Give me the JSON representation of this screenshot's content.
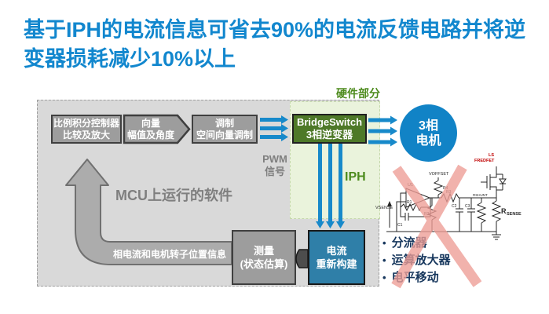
{
  "title": {
    "line1": "基于IPH的电流信息可省去90%的电流反馈电路并将逆",
    "line2": "变器损耗减少10%以上"
  },
  "software_area": {
    "mcu_label": "MCU上运行的软件",
    "pwm_label": {
      "line1": "PWM",
      "line2": "信号"
    },
    "feedback_arrow_label": "相电流和电机转子位置信息",
    "blocks": {
      "pi_controller": {
        "line1": "比例积分控制器",
        "line2": "比较及放大"
      },
      "vector": {
        "line1": "向量",
        "line2": "幅值及角度"
      },
      "modulation": {
        "line1": "调制",
        "line2": "空间向量调制"
      },
      "measurement": {
        "line1": "测量",
        "line2": "(状态估算)"
      },
      "current_reconstruction": {
        "line1": "电流",
        "line2": "重新构建"
      }
    }
  },
  "hardware_area": {
    "label": "硬件部分",
    "bridgeswitch": {
      "line1": "BridgeSwitch",
      "line2": "3相逆变器"
    },
    "iph_label": "IPH"
  },
  "motor": {
    "line1": "3相",
    "line2": "电机"
  },
  "eliminated_circuit": {
    "bullets": [
      "分流器",
      "运算放大器",
      "电平移动"
    ],
    "labels": {
      "u1": "U1",
      "r1": "R1",
      "r2": "R2",
      "r3": "R3",
      "r4": "R4",
      "c1": "C1",
      "c2": "C2",
      "c3": "C3",
      "rshunt": "RSHUNT",
      "rsense_main": "R",
      "rsense_sub": "SENSE",
      "fredfet_line1": "LS",
      "fredfet_line2": "FREDFET",
      "v_top": "VOFFSET",
      "v_left": "VSENSE"
    }
  },
  "colors": {
    "title_blue": "#1287CE",
    "area_gray": "#D9D9D9",
    "block_gray": "#9D9D9D",
    "hardware_green_bg": "#EAF3DC",
    "hardware_green_text": "#4D8B1D",
    "bridgeswitch_green": "#4E7928",
    "arrow_blue": "#1789CA",
    "motor_blue": "#1183C6",
    "reconstruction_blue": "#2F7FA8",
    "bullet_navy": "#17375D",
    "cross_red": "#EE9D96"
  }
}
